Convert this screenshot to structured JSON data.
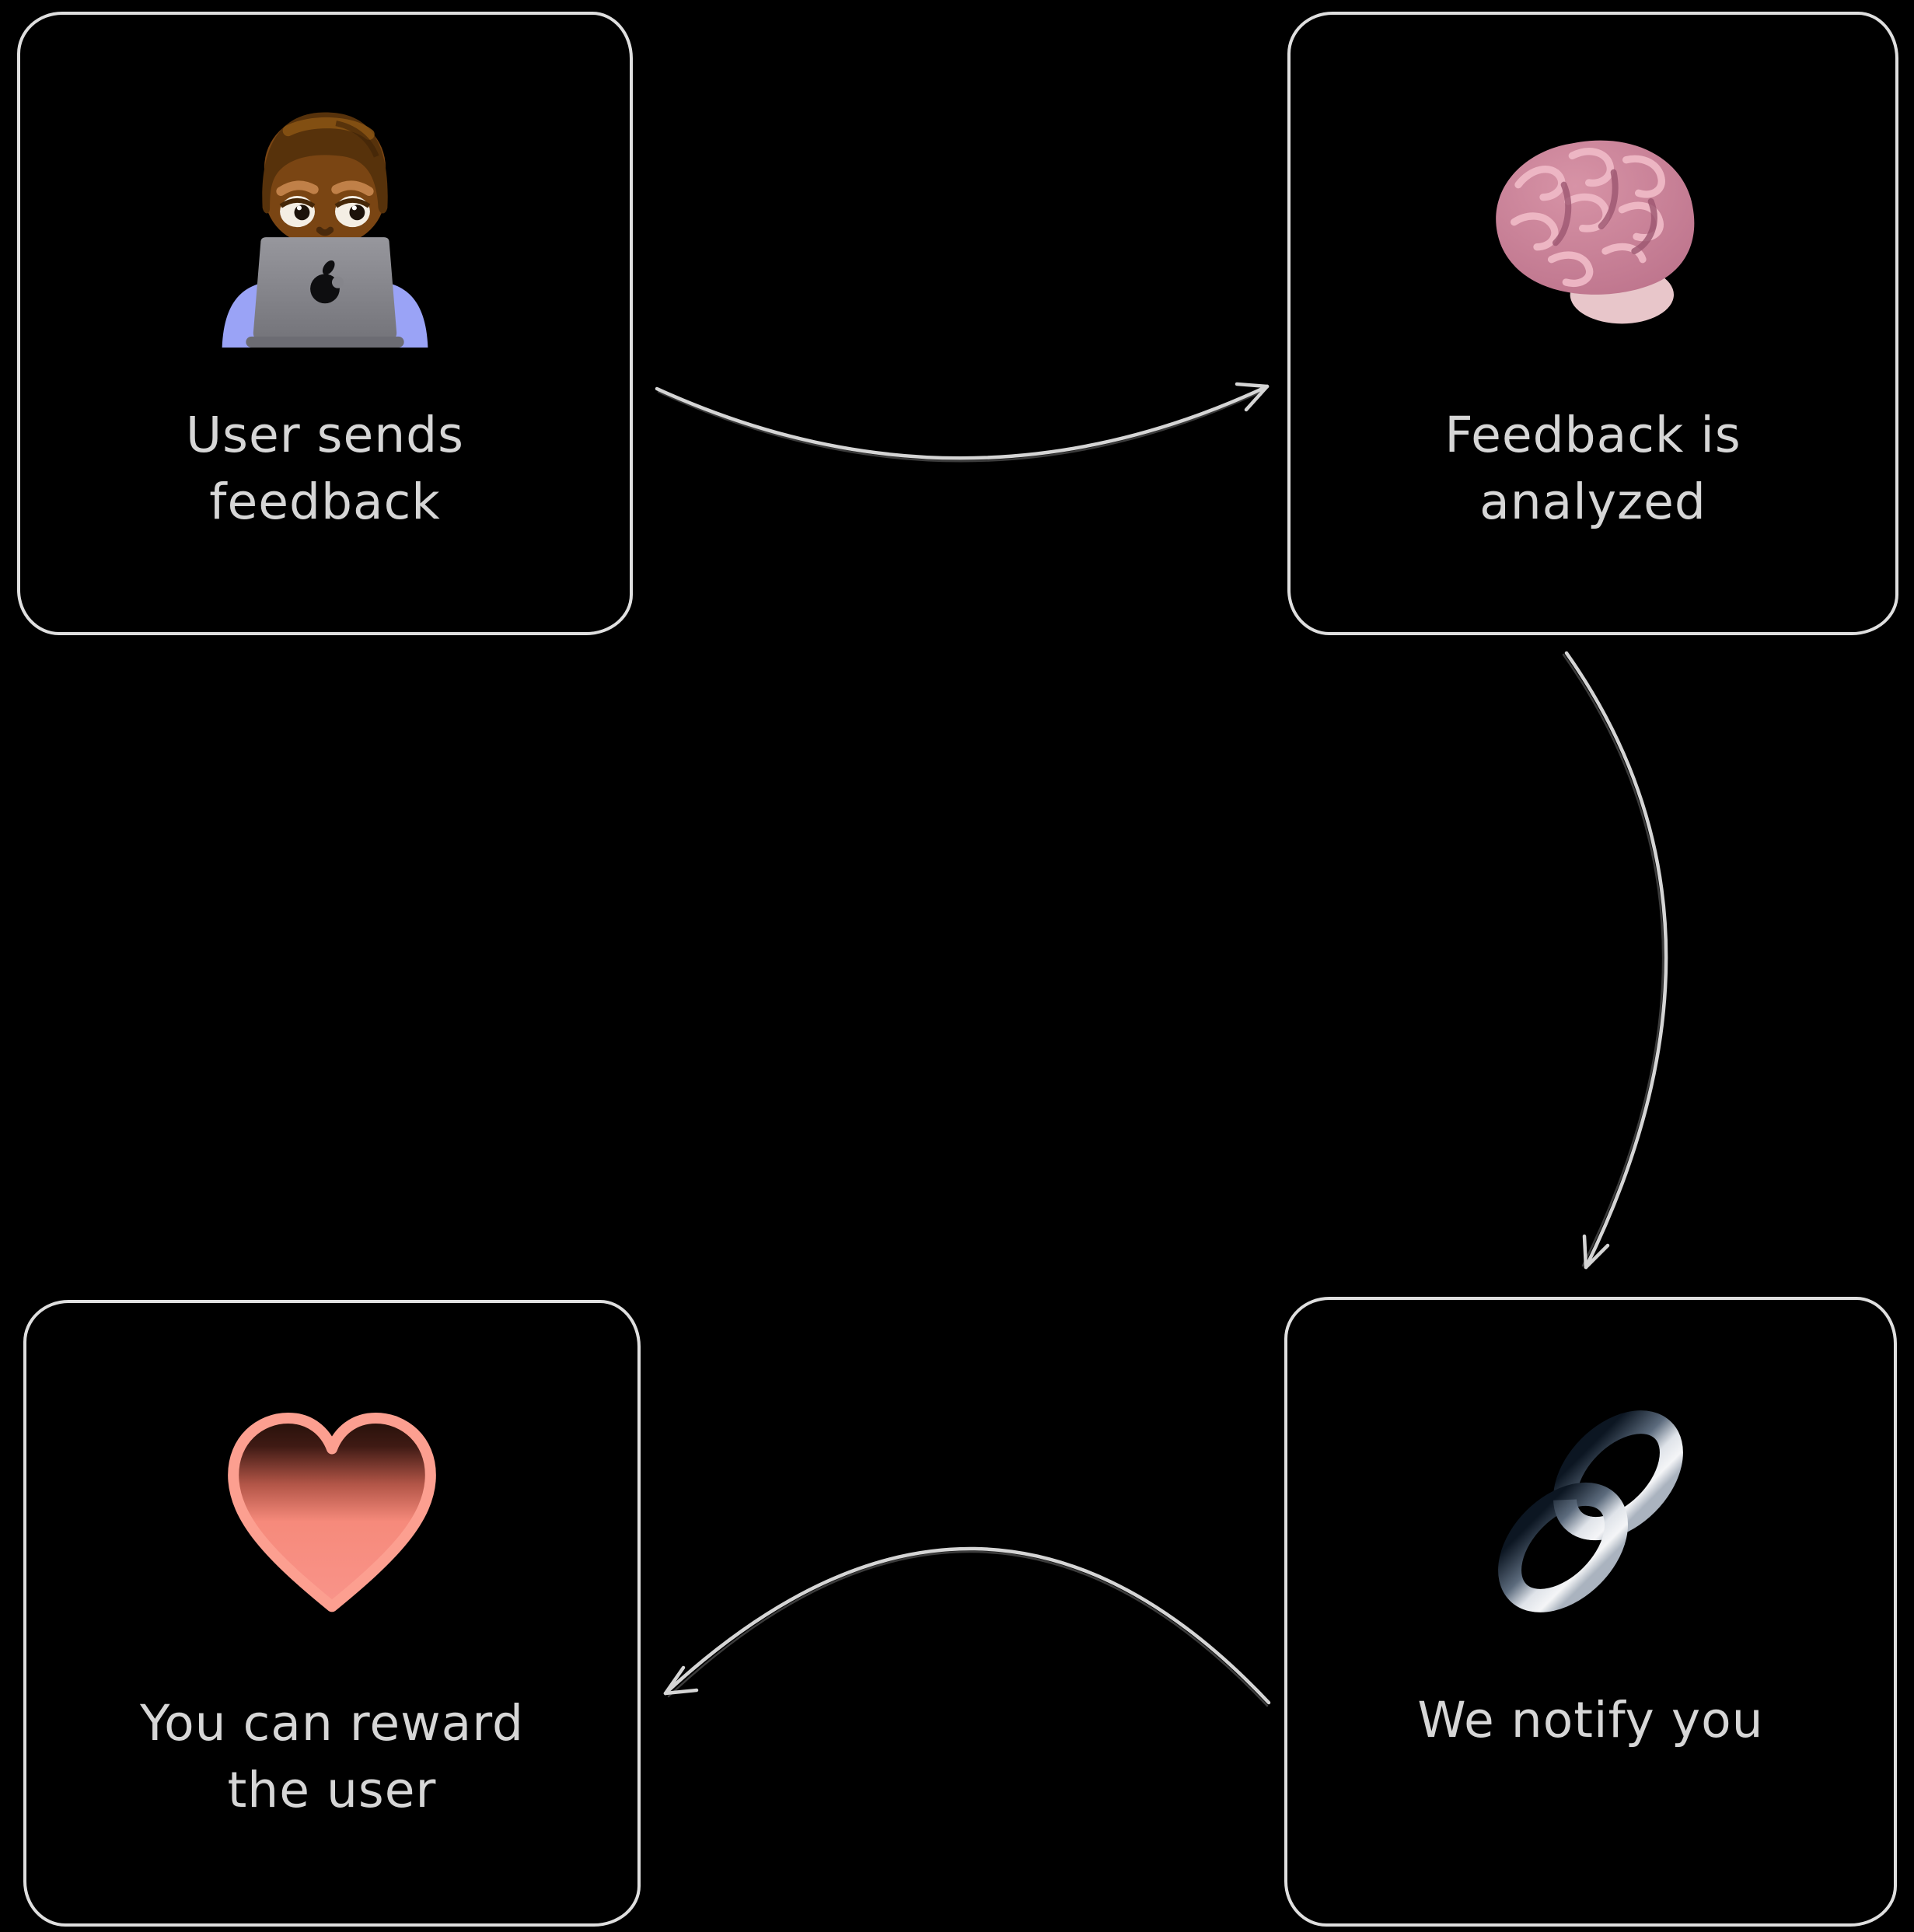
{
  "diagram": {
    "background_color": "#000000",
    "node_border_color": "#dfdfdf",
    "arrow_color": "#d5d5d5",
    "text_color": "#d6d6d6",
    "nodes": [
      {
        "id": "user-sends-feedback",
        "position": "top-left",
        "icon": "technologist-emoji",
        "caption_line1": "User sends",
        "caption_line2": "feedback"
      },
      {
        "id": "feedback-is-analyzed",
        "position": "top-right",
        "icon": "brain-emoji",
        "caption_line1": "Feedback is",
        "caption_line2": "analyzed"
      },
      {
        "id": "we-notify-you",
        "position": "bottom-right",
        "icon": "link-emoji",
        "caption_line1": "We notify you",
        "caption_line2": ""
      },
      {
        "id": "you-can-reward-the-user",
        "position": "bottom-left",
        "icon": "heart-emoji",
        "caption_line1": "You can reward",
        "caption_line2": "the user"
      }
    ],
    "arrows": [
      {
        "from": "user-sends-feedback",
        "to": "feedback-is-analyzed"
      },
      {
        "from": "feedback-is-analyzed",
        "to": "we-notify-you"
      },
      {
        "from": "we-notify-you",
        "to": "you-can-reward-the-user"
      }
    ]
  }
}
